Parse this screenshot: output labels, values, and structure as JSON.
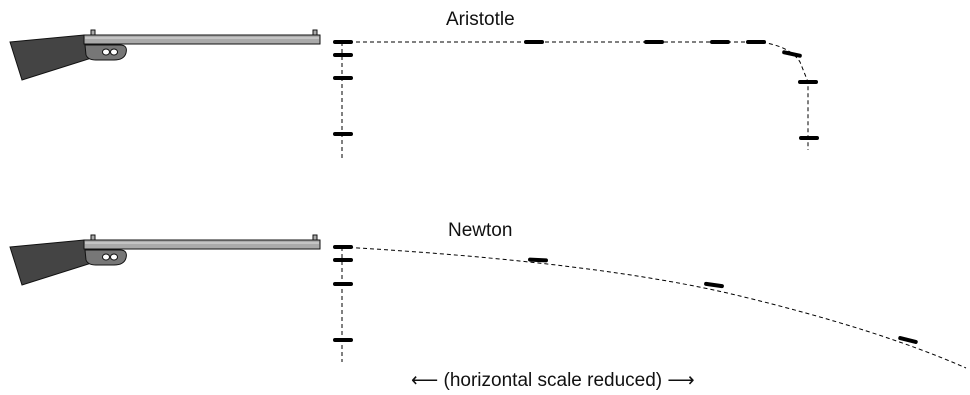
{
  "panels": [
    {
      "title": "Aristotle"
    },
    {
      "title": "Newton"
    }
  ],
  "caption": "⟵  (horizontal scale reduced)  ⟶",
  "colors": {
    "stock": "#444444",
    "barrel": "#aaaaaa",
    "bullet": "#000000",
    "path": "#000000"
  }
}
